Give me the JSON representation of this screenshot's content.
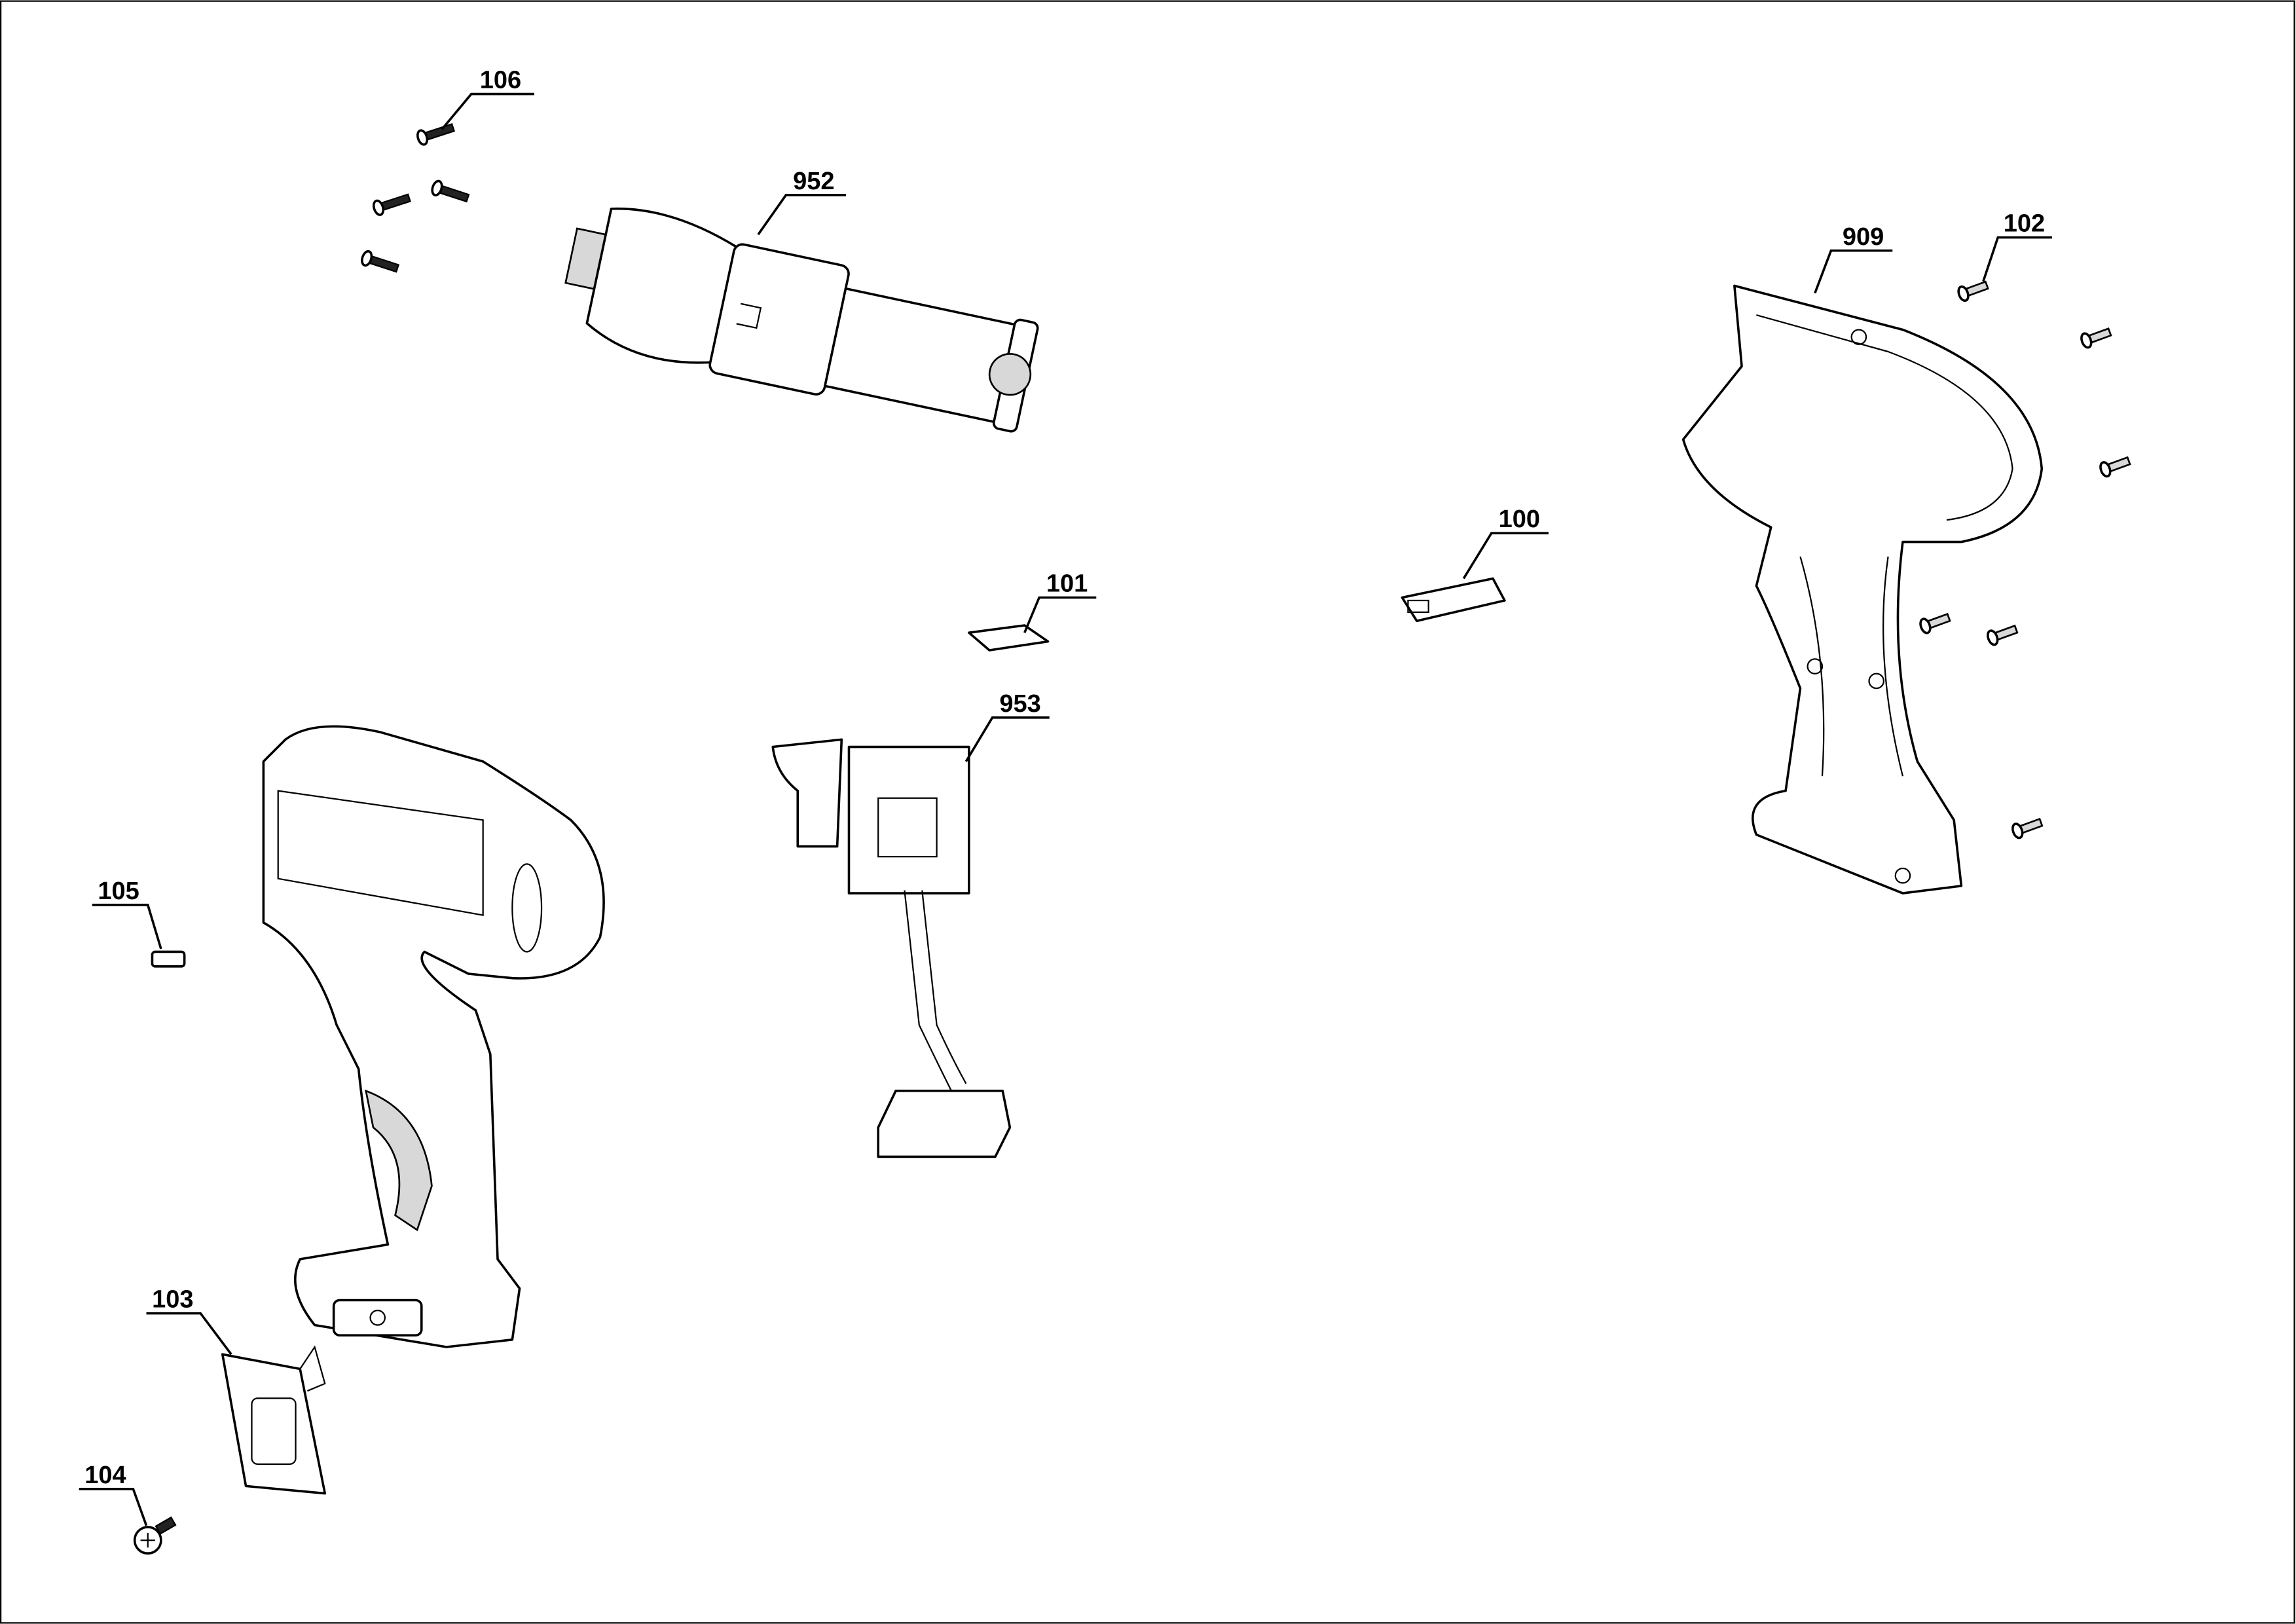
{
  "diagram": {
    "title": "Exploded parts diagram - cordless drill",
    "callouts": [
      {
        "id": "106",
        "label": "106"
      },
      {
        "id": "952",
        "label": "952"
      },
      {
        "id": "909",
        "label": "909"
      },
      {
        "id": "102",
        "label": "102"
      },
      {
        "id": "100",
        "label": "100"
      },
      {
        "id": "101",
        "label": "101"
      },
      {
        "id": "953",
        "label": "953"
      },
      {
        "id": "105",
        "label": "105"
      },
      {
        "id": "103",
        "label": "103"
      },
      {
        "id": "104",
        "label": "104"
      }
    ]
  }
}
